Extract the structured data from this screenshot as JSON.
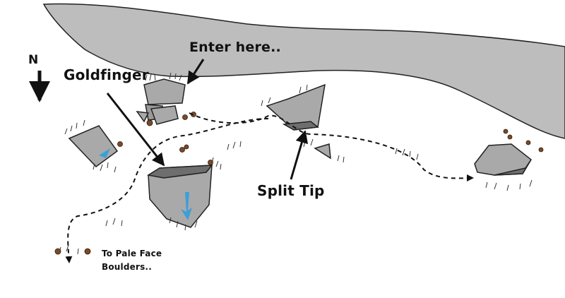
{
  "labels": {
    "enter": "Enter here..",
    "goldfinger": "Goldfinger",
    "split_tip": "Split Tip",
    "pale_face": "To Pale Face Boulders..",
    "north": "N"
  },
  "colors": {
    "river": "#bdbdbd",
    "boulder": "#a9a9a9",
    "boulder_dark": "#6e6e6e",
    "ink": "#111111",
    "arrow_blue": "#3d9fd6",
    "tree": "#7a4a2a",
    "background": "#ffffff"
  },
  "icons": {
    "north": "north-arrow-icon",
    "trees": "tree-marker-icon",
    "grass": "grass-tuft-icon"
  }
}
